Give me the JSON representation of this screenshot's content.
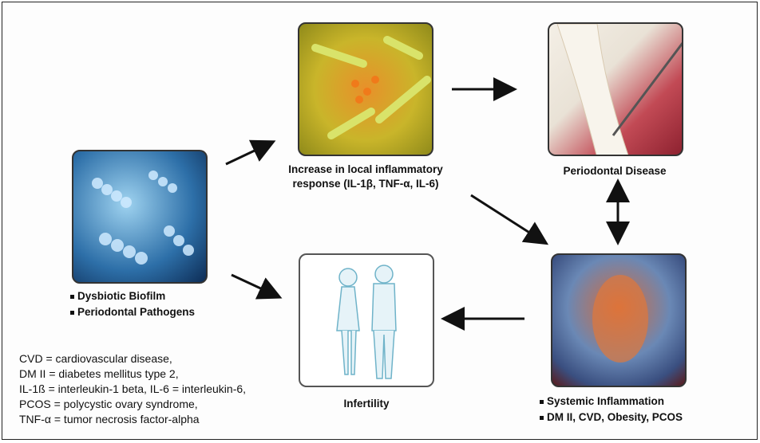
{
  "nodes": {
    "biofilm": {
      "bullets": [
        "Dysbiotic Biofilm",
        "Periodontal Pathogens"
      ]
    },
    "inflammation": {
      "label_lines": [
        "Increase in local inflammatory",
        "response (IL-1β, TNF-α, IL-6)"
      ]
    },
    "periodontal": {
      "label": "Periodontal Disease"
    },
    "infertility": {
      "label": "Infertility"
    },
    "systemic": {
      "bullets": [
        "Systemic Inflammation",
        "DM II, CVD, Obesity, PCOS"
      ]
    }
  },
  "abbreviations": [
    "CVD = cardiovascular disease,",
    "DM II = diabetes mellitus type 2,",
    "IL-1ß = interleukin-1 beta, IL-6 = interleukin-6,",
    "PCOS = polycystic ovary syndrome,",
    "TNF-α = tumor necrosis factor-alpha"
  ]
}
